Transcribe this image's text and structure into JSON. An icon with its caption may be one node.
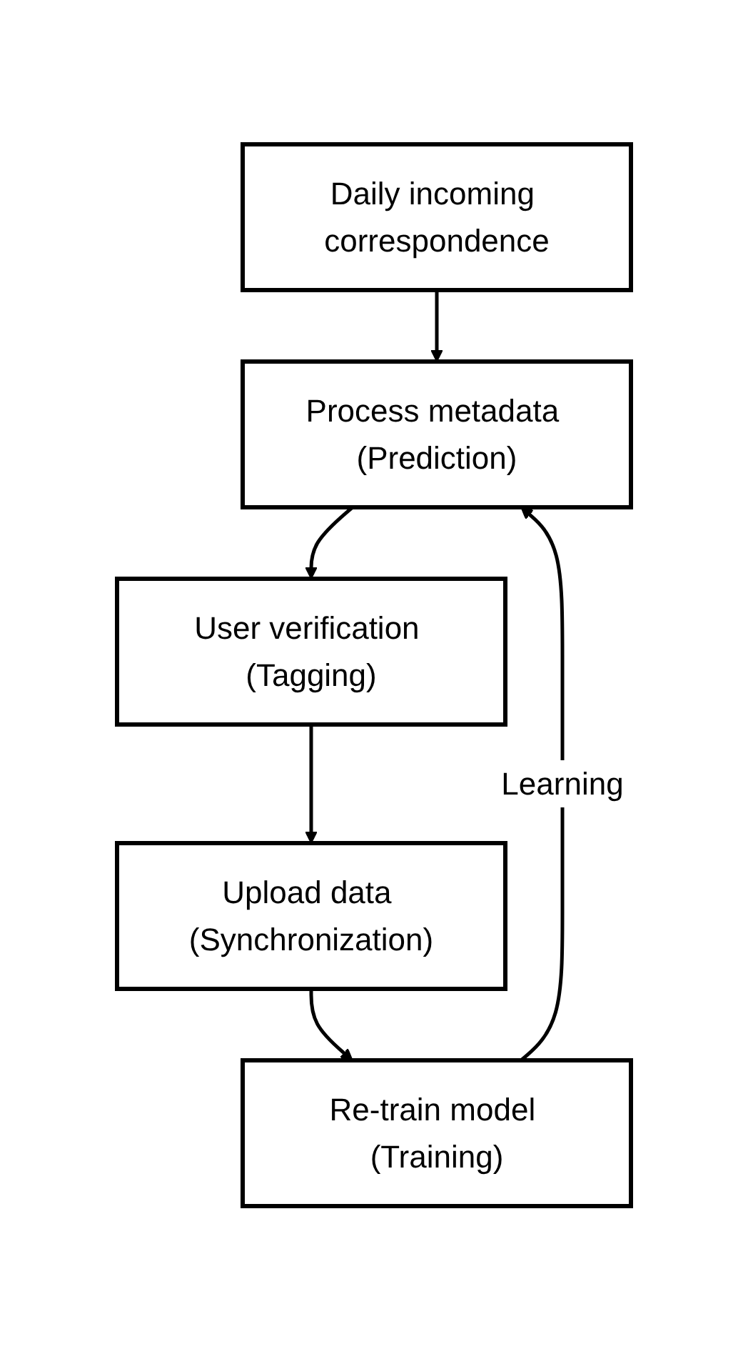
{
  "diagram": {
    "nodes": [
      {
        "text": [
          "Daily incoming correspondence"
        ]
      },
      {
        "text": [
          "Process metadata (Prediction)"
        ]
      },
      {
        "text": [
          "User verification (Tagging)"
        ]
      },
      {
        "text": [
          "Upload data (Synchronization)"
        ]
      },
      {
        "text": [
          "Re-train model (Training)"
        ]
      }
    ],
    "edges": [
      {
        "from": 0,
        "to": 1,
        "arrow": "to"
      },
      {
        "from": 1,
        "to": 2,
        "arrow": "to"
      },
      {
        "from": 2,
        "to": 3,
        "arrow": "to"
      },
      {
        "from": 3,
        "to": 4,
        "arrow": "to"
      },
      {
        "from": 4,
        "to": 1,
        "arrow": "to",
        "label": "Learning"
      }
    ]
  }
}
